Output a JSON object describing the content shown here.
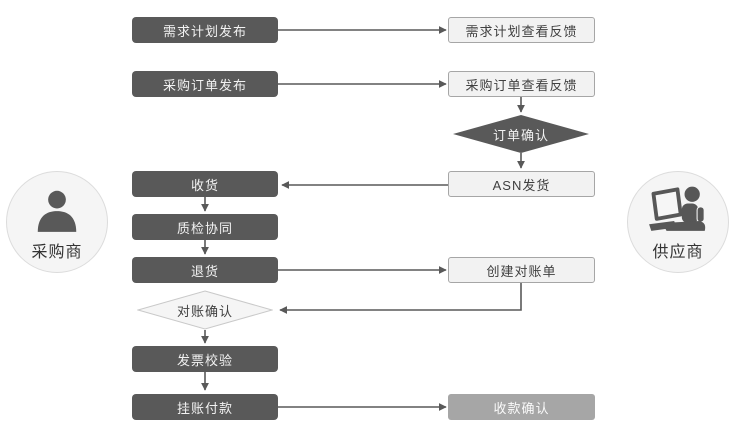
{
  "diagram": {
    "type": "flowchart",
    "background": "#ffffff",
    "actors": {
      "buyer": {
        "label": "采购商",
        "icon": "person-icon"
      },
      "supplier": {
        "label": "供应商",
        "icon": "person-laptop-icon"
      }
    },
    "nodes": {
      "demand_plan_publish": {
        "label": "需求计划发布",
        "lane": "buyer",
        "type": "process"
      },
      "po_publish": {
        "label": "采购订单发布",
        "lane": "buyer",
        "type": "process"
      },
      "receive_goods": {
        "label": "收货",
        "lane": "buyer",
        "type": "process"
      },
      "quality_collab": {
        "label": "质检协同",
        "lane": "buyer",
        "type": "process"
      },
      "return_goods": {
        "label": "退货",
        "lane": "buyer",
        "type": "process"
      },
      "recon_confirm": {
        "label": "对账确认",
        "lane": "buyer",
        "type": "decision"
      },
      "invoice_check": {
        "label": "发票校验",
        "lane": "buyer",
        "type": "process"
      },
      "payment_on_account": {
        "label": "挂账付款",
        "lane": "buyer",
        "type": "process"
      },
      "demand_plan_feedback": {
        "label": "需求计划查看反馈",
        "lane": "supplier",
        "type": "process"
      },
      "po_feedback": {
        "label": "采购订单查看反馈",
        "lane": "supplier",
        "type": "process"
      },
      "order_confirm": {
        "label": "订单确认",
        "lane": "supplier",
        "type": "decision"
      },
      "asn_ship": {
        "label": "ASN发货",
        "lane": "supplier",
        "type": "process"
      },
      "create_recon": {
        "label": "创建对账单",
        "lane": "supplier",
        "type": "process"
      },
      "receipt_confirm": {
        "label": "收款确认",
        "lane": "supplier",
        "type": "process-disabled"
      }
    },
    "connections": [
      {
        "from": "demand_plan_publish",
        "to": "demand_plan_feedback"
      },
      {
        "from": "po_publish",
        "to": "po_feedback"
      },
      {
        "from": "po_feedback",
        "to": "order_confirm"
      },
      {
        "from": "order_confirm",
        "to": "asn_ship"
      },
      {
        "from": "asn_ship",
        "to": "receive_goods"
      },
      {
        "from": "receive_goods",
        "to": "quality_collab"
      },
      {
        "from": "quality_collab",
        "to": "return_goods"
      },
      {
        "from": "return_goods",
        "to": "create_recon"
      },
      {
        "from": "create_recon",
        "to": "recon_confirm"
      },
      {
        "from": "recon_confirm",
        "to": "invoice_check"
      },
      {
        "from": "invoice_check",
        "to": "payment_on_account"
      },
      {
        "from": "payment_on_account",
        "to": "receipt_confirm"
      }
    ],
    "colors": {
      "process_dark_fill": "#595959",
      "process_dark_text": "#f2f2f2",
      "process_light_fill": "#f2f2f2",
      "process_light_border": "#a6a6a6",
      "process_light_text": "#404040",
      "process_disabled_fill": "#a6a6a6",
      "connector": "#595959",
      "actor_circle_fill": "#f5f5f5",
      "actor_circle_border": "#dcdcdc"
    }
  }
}
